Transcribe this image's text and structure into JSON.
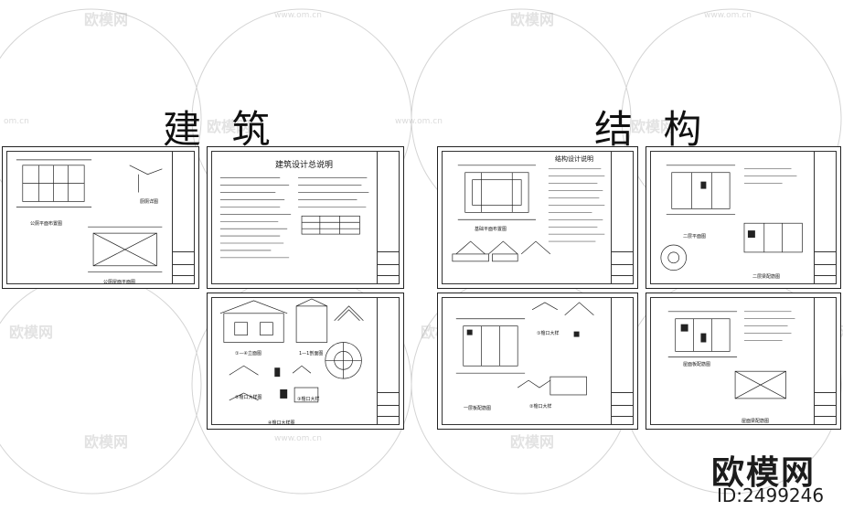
{
  "sections": {
    "architecture": "建 筑",
    "structure": "结 构"
  },
  "sheets": {
    "a1": {
      "captions": [
        "公厕平面布置图",
        "公厕屋面平面图",
        "厨厕详图"
      ]
    },
    "a2": {
      "title": "建筑设计总说明"
    },
    "a3": {
      "captions": [
        "①—④立面图",
        "1—1剖面图",
        "②檐口大样图",
        "③檐口大样",
        "④檐口大样图"
      ]
    },
    "s1": {
      "title": "结构设计说明",
      "captions": [
        "基础平面布置图"
      ]
    },
    "s2": {
      "captions": [
        "二层平面图",
        "二层梁配筋图"
      ]
    },
    "s3": {
      "captions": [
        "一层板配筋图",
        "①檐口大样",
        "②檐口大样"
      ]
    },
    "s4": {
      "captions": [
        "屋面板配筋图",
        "屋面梁配筋图"
      ]
    }
  },
  "watermark": {
    "brand": "欧模网",
    "id": "ID:2499246",
    "url": "www.om.cn",
    "small_url": "om.cn",
    "colors": {
      "line": "#222222",
      "watermark": "#9a9a9a"
    }
  }
}
